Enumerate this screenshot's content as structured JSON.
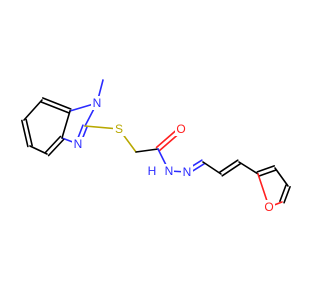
{
  "molecule": {
    "atoms": {
      "n_methyl": {
        "symbol": "N",
        "color": "#2b2bff"
      },
      "n_ring": {
        "symbol": "N",
        "color": "#2b2bff"
      },
      "s_thioether": {
        "symbol": "S",
        "color": "#b8a800"
      },
      "o_carbonyl": {
        "symbol": "O",
        "color": "#ff2020"
      },
      "nh_hydrazide": {
        "symbol": "N",
        "color": "#2b2bff"
      },
      "h_hydrazide": {
        "symbol": "H",
        "color": "#2b2bff"
      },
      "n_imine": {
        "symbol": "N",
        "color": "#2b2bff"
      },
      "o_furan": {
        "symbol": "O",
        "color": "#ff2020"
      }
    },
    "colors": {
      "carbon_bond": "#000000",
      "nitrogen": "#2b2bff",
      "oxygen": "#ff2020",
      "sulfur": "#b8a800"
    }
  }
}
